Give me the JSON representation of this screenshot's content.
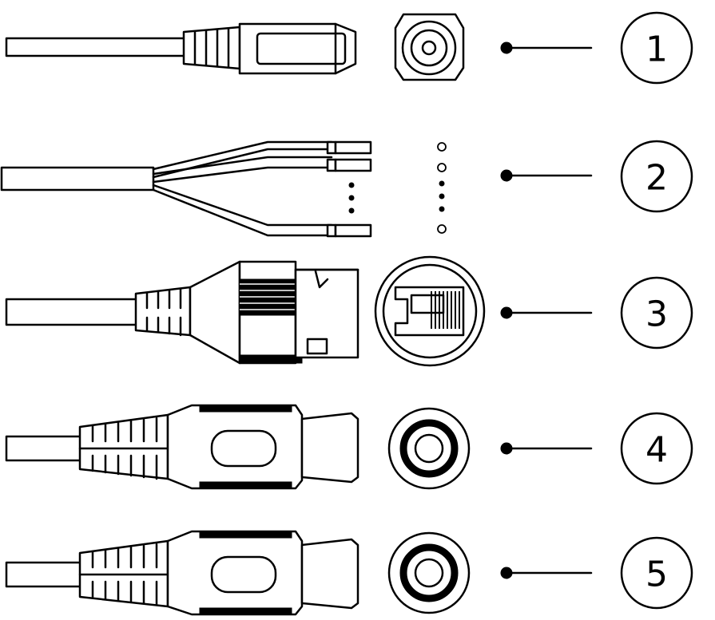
{
  "diagram": {
    "connectors": [
      {
        "id": "power-jack",
        "label": "1"
      },
      {
        "id": "wire-leads",
        "label": "2"
      },
      {
        "id": "rj45-network",
        "label": "3"
      },
      {
        "id": "rca-jack-a",
        "label": "4"
      },
      {
        "id": "rca-jack-b",
        "label": "5"
      }
    ]
  }
}
